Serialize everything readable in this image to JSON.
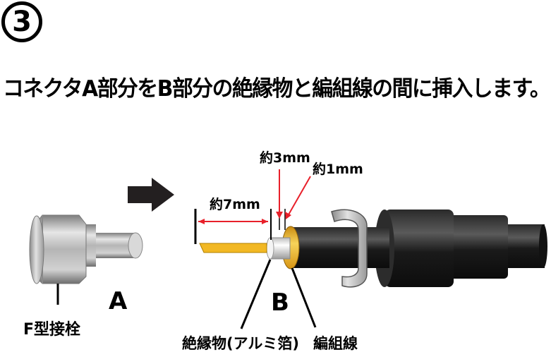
{
  "step_number": "3",
  "heading": "コネクタA部分をB部分の絶縁物と編組線の間に挿入します。",
  "labels": {
    "connector_a_letter": "A",
    "part_b_letter": "B",
    "connector_name": "F型接栓",
    "insulator": "絶縁物(アルミ箔)",
    "braid": "編組線"
  },
  "dimensions": {
    "core_length": "約7mm",
    "insulator_length": "約3mm",
    "braid_length": "約1mm"
  },
  "colors": {
    "arrow": "#231f20",
    "dimension_line": "#e8202a",
    "core_wire": "#f2b824",
    "braid_ring": "#e9a81f",
    "cable_jacket": "#1c1c1c",
    "metal": "#b9b9b9"
  }
}
